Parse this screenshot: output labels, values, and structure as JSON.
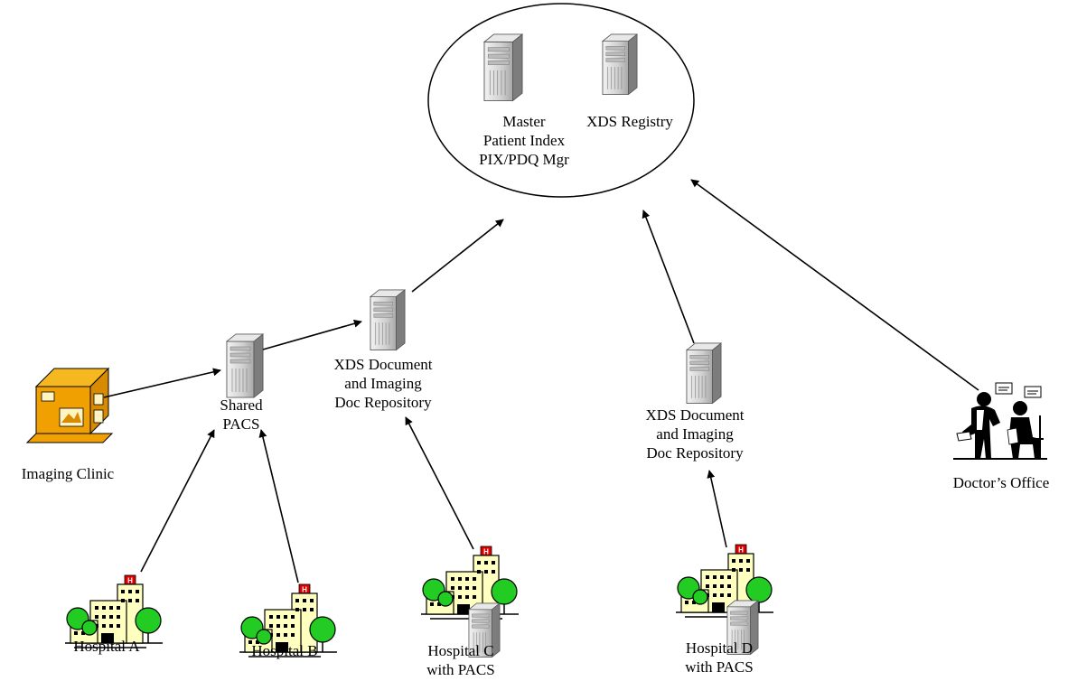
{
  "central": {
    "mpi_label": [
      "Master",
      "Patient Index",
      "PIX/PDQ Mgr"
    ],
    "registry_label": "XDS Registry"
  },
  "nodes": {
    "repo1_label": [
      "XDS Document",
      "and Imaging",
      "Doc Repository"
    ],
    "repo2_label": [
      "XDS Document",
      "and Imaging",
      "Doc Repository"
    ],
    "shared_pacs_label": [
      "Shared",
      "PACS"
    ],
    "imaging_clinic_label": "Imaging Clinic",
    "doctors_office_label": "Doctor’s Office",
    "hospital_a_label": "Hospital A",
    "hospital_b_label": "Hospital B",
    "hospital_c_label": [
      "Hospital C",
      "with PACS"
    ],
    "hospital_d_label": [
      "Hospital D",
      "with PACS"
    ]
  },
  "icons": {
    "server": "server-icon",
    "hospital": "hospital-icon",
    "clinic": "imaging-clinic-icon",
    "doctor": "doctor-patient-icon"
  },
  "colors": {
    "server_light": "#e6e6e6",
    "server_dark": "#8a8a8a",
    "hospital_building": "#ffffc0",
    "hospital_tree": "#22cc22",
    "hospital_cross": "#e00000",
    "clinic_orange": "#f0a000"
  }
}
